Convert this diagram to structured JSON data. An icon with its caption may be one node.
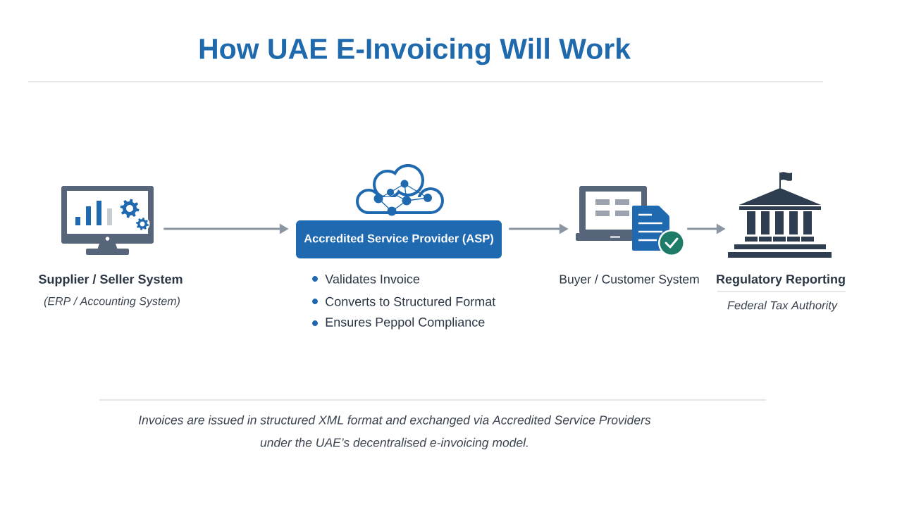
{
  "diagram": {
    "title": "How UAE E-Invoicing Will Work",
    "nodes": [
      {
        "text": [],
        "shape": "picture",
        "beside": [
          "Supplier / Seller System",
          "(ERP / Accounting System)"
        ]
      },
      {
        "text": [
          "Accredited Service Provider (ASP)"
        ],
        "beside": [
          "Validates Invoice",
          "Converts to Structured Format",
          "Ensures Peppol Compliance"
        ]
      },
      {
        "text": [],
        "shape": "picture",
        "beside": [
          "Buyer / Customer System"
        ]
      },
      {
        "text": [],
        "shape": "picture",
        "beside": [
          "Regulatory Reporting",
          "Federal Tax Authority"
        ]
      }
    ],
    "edges": [
      {
        "from": 0,
        "to": 1,
        "arrow": "to"
      },
      {
        "from": 1,
        "to": 2,
        "arrow": "to"
      },
      {
        "from": 2,
        "to": 3,
        "arrow": "to"
      }
    ],
    "caption": "Invoices are issued in structured XML format and exchanged via Accredited Service Providers under the UAE’s decentralised e-invoicing model."
  }
}
